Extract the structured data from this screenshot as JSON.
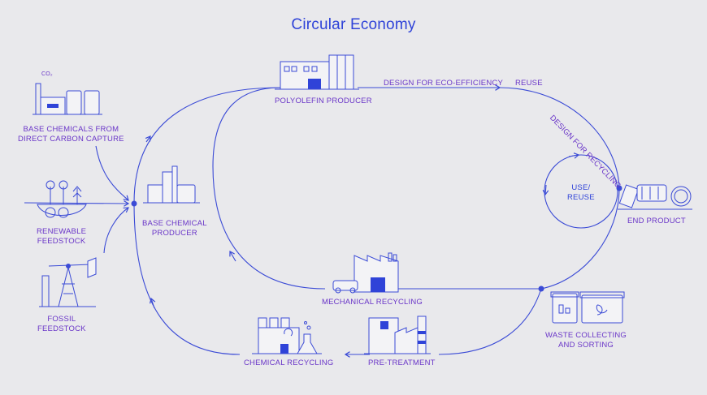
{
  "title": "Circular Economy",
  "labels": {
    "base_chemicals_ccs": "BASE CHEMICALS FROM\nDIRECT CARBON CAPTURE",
    "co2": "CO₂",
    "renewable": "RENEWABLE\nFEEDSTOCK",
    "fossil": "FOSSIL\nFEEDSTOCK",
    "base_chemical_producer": "BASE CHEMICAL\nPRODUCER",
    "polyolefin_producer": "POLYOLEFIN PRODUCER",
    "design_eco": "DESIGN FOR ECO-EFFICIENCY",
    "reuse": "REUSE",
    "design_recycling": "DESIGN FOR RECYCLING",
    "use_reuse": "USE/\nREUSE",
    "end_product": "END PRODUCT",
    "waste": "WASTE COLLECTING\nAND SORTING",
    "mechanical": "MECHANICAL RECYCLING",
    "pretreatment": "PRE-TREATMENT",
    "chemical": "CHEMICAL RECYCLING"
  },
  "colors": {
    "line": "#3b4bd6",
    "title": "#2f43d8",
    "label": "#6a36c8",
    "background": "#e9e9ec"
  }
}
